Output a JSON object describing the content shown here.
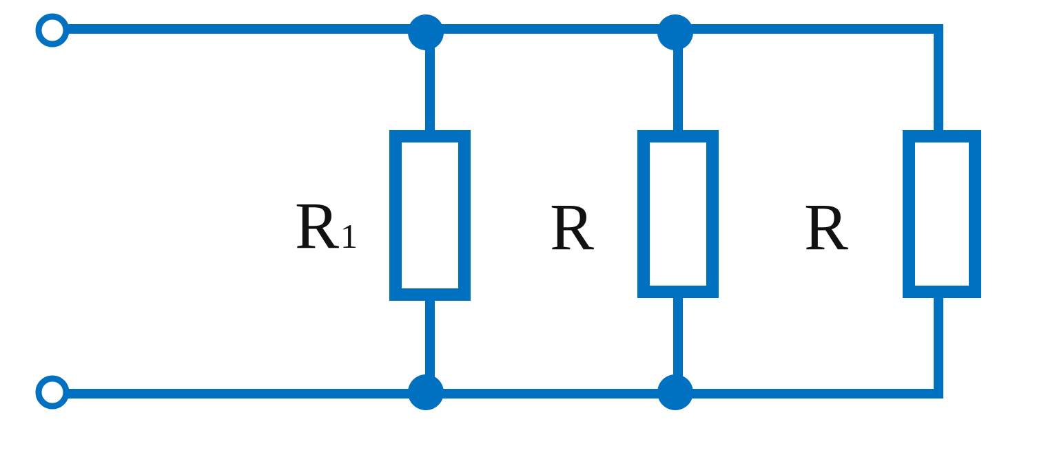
{
  "colors": {
    "wire": "#0070c0",
    "label": "#111111",
    "background": "#ffffff"
  },
  "labels": {
    "r1_main": "R",
    "r1_sub": "1",
    "r2": "R",
    "r3": "R"
  }
}
